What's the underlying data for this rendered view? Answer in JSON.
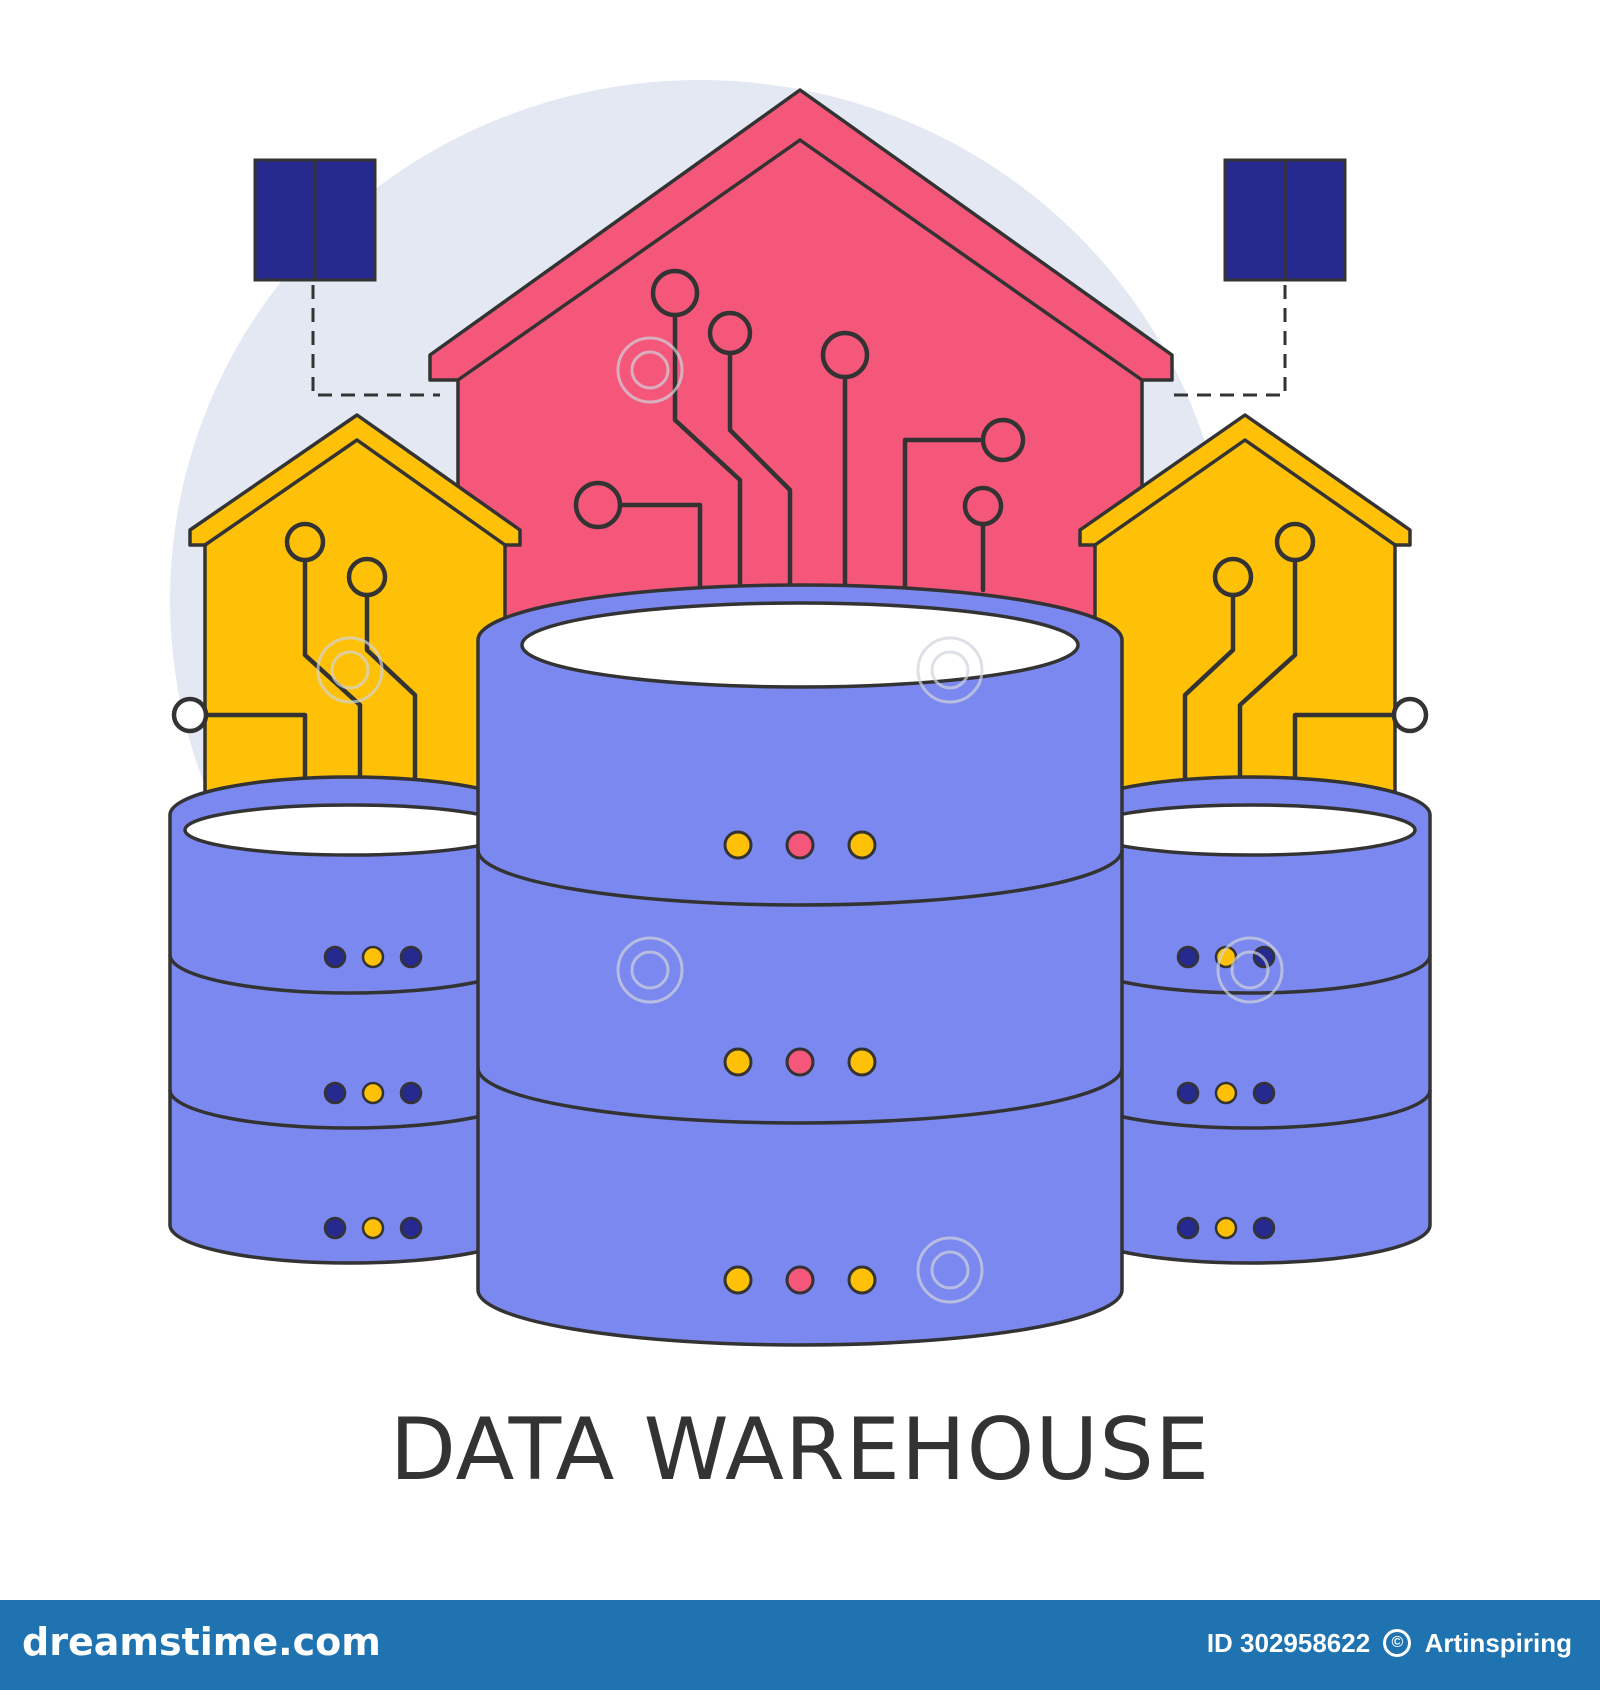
{
  "caption": "DATA WAREHOUSE",
  "footer": {
    "brand": "dreamstime.com",
    "id_label": "ID 302958622",
    "author": "Artinspiring"
  },
  "colors": {
    "server_body": "#7b88f0",
    "house_center": "#f5577a",
    "house_side": "#ffc107",
    "node_dark": "#262a8e",
    "outline": "#333333",
    "led_yellow": "#ffc107",
    "led_pink": "#f5577a",
    "led_navy": "#262a8e",
    "backdrop": "#e3e8f2",
    "footer_bg": "#1e73b0"
  },
  "icons": [
    "house-icon",
    "database-icon",
    "circuit-icon",
    "copyright-icon"
  ]
}
